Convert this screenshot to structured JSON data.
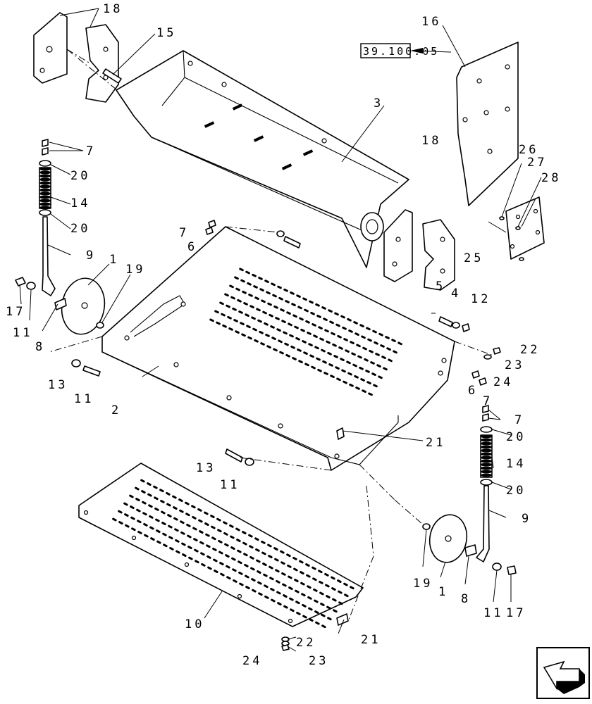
{
  "diagram": {
    "reference_box": "39.100.05",
    "callouts": {
      "c1a": "1",
      "c1b": "1",
      "c2": "2",
      "c3": "3",
      "c4": "4",
      "c5": "5",
      "c6a": "6",
      "c6b": "6",
      "c7a": "7",
      "c7b": "7",
      "c7c": "7",
      "c7d": "7",
      "c8a": "8",
      "c8b": "8",
      "c9a": "9",
      "c9b": "9",
      "c10": "10",
      "c11a": "11",
      "c11b": "11",
      "c11c": "11",
      "c11d": "11",
      "c12": "12",
      "c13a": "13",
      "c13b": "13",
      "c14a": "14",
      "c14b": "14",
      "c15": "15",
      "c16": "16",
      "c17a": "17",
      "c17b": "17",
      "c18a": "18",
      "c18b": "18",
      "c19a": "19",
      "c19b": "19",
      "c20a": "20",
      "c20b": "20",
      "c20c": "20",
      "c20d": "20",
      "c21a": "21",
      "c21b": "21",
      "c22a": "22",
      "c22b": "22",
      "c23a": "23",
      "c23b": "23",
      "c24a": "24",
      "c24b": "24",
      "c25": "25",
      "c26": "26",
      "c27": "27",
      "c28": "28"
    },
    "nav_icon": "next-page-arrow-icon"
  }
}
